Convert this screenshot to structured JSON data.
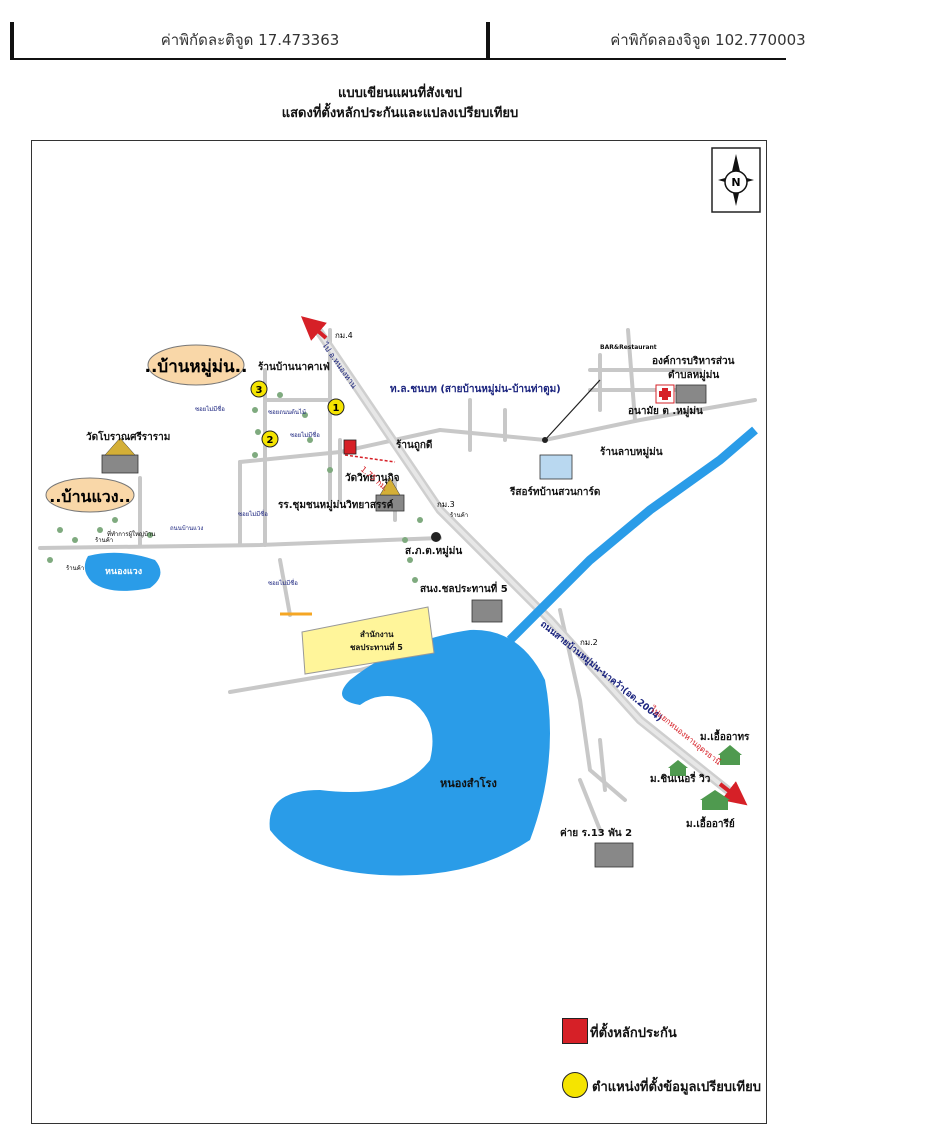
{
  "header": {
    "latitude": "ค่าพิกัดละติจูด 17.473363",
    "longitude": "ค่าพิกัดลองจิจูด 102.770003"
  },
  "title": {
    "line1": "แบบเขียนแผนที่สังเขป",
    "line2": "แสดงที่ตั้งหลักประกันและแปลงเปรียบเทียบ"
  },
  "map": {
    "north_letter": "N",
    "villages": {
      "ban_mu_man": "..บ้านหมู่ม่น..",
      "ban_waeng": "..บ้านแวง.."
    },
    "places": {
      "cafe": "ร้านบ้านนาคาเฟ่",
      "temple_ancient": "วัดโบราณศรีราราม",
      "temple_wittaya": "วัดวิทยานุกิจ",
      "school": "รร.ชุมชนหมู่ม่นวิทยาสรรค์",
      "shop_thukdee": "ร้านถูกดี",
      "police": "ส.ภ.ต.หมู่ม่น",
      "irrigation": "สนง.ชลประทานที่ 5",
      "irrigation_office_l1": "สำนักงาน",
      "irrigation_office_l2": "ชลประทานที่ 5",
      "pond_waeng": "หนองแวง",
      "pond_samrong": "หนองสำโรง",
      "camp": "ค่าย ร.13 พัน 2",
      "resort": "รีสอร์ทบ้านสวนการ์ด",
      "shop_lan": "ร้านลาบหมู่ม่น",
      "health": "อนามัย ต .หมู่ม่น",
      "sao_l1": "องค์การบริหารส่วน",
      "sao_l2": "ตำบลหมู่ม่น",
      "bar": "BAR&Restaurant",
      "village_euaathorn": "ม.เอื้ออาทร",
      "village_sinnaree": "ม.ชินเนอรี่ วิว",
      "village_euaarisa": "ม.เอื้ออารีย์",
      "road_rural": "ท.ล.ชนบท (สายบ้านหมู่ม่น-บ้านท่าตูม)",
      "road_highway": "ถนนสายบ้านหมู่ม่น-นาคว้า(อด.2004)",
      "to_north": "ไป อ.หนองหาน",
      "to_southeast": "ไปแยกหนองหานอุดรธานี",
      "km4": "กม.4",
      "km3": "กม.3",
      "km2": "กม.2",
      "distance": "1.75 กม.",
      "shop_small": "ร้านค้า",
      "village_hall": "ที่ทำการผู้ใหญ่บ้าน",
      "soi_label": "ซอยไม่มีชื่อ",
      "soi_tree": "ซอยถนนต้นไม้",
      "road_waeng": "ถนนบ้านแวง"
    },
    "markers": {
      "m1": "1",
      "m2": "2",
      "m3": "3"
    }
  },
  "legend": {
    "collateral": "ที่ตั้งหลักประกัน",
    "comparison": "ตำแหน่งที่ตั้งข้อมูลเปรียบเทียบ",
    "collateral_color": "#d62027",
    "comparison_color": "#f5e400"
  }
}
